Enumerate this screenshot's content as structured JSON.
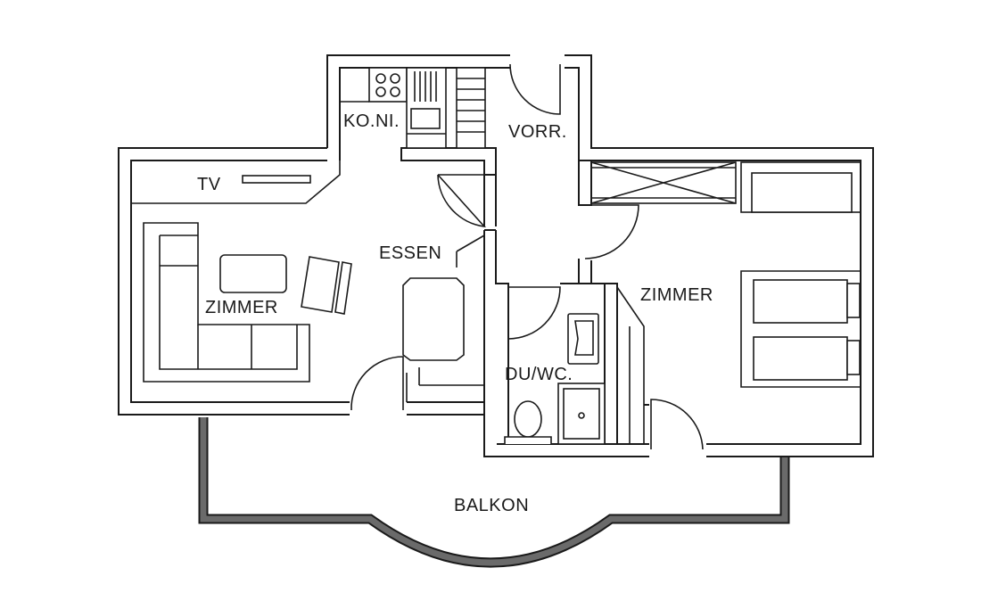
{
  "rooms": {
    "kitchenette": "KO.NI.",
    "hall": "VORR.",
    "tv": "TV",
    "dining": "ESSEN",
    "living": "ZIMMER",
    "bedroom": "ZIMMER",
    "bathroom": "DU/WC.",
    "balcony": "BALKON"
  },
  "colors": {
    "line": "#1a1a1a",
    "balcony_fill": "#6a6a6a",
    "background": "#ffffff"
  }
}
